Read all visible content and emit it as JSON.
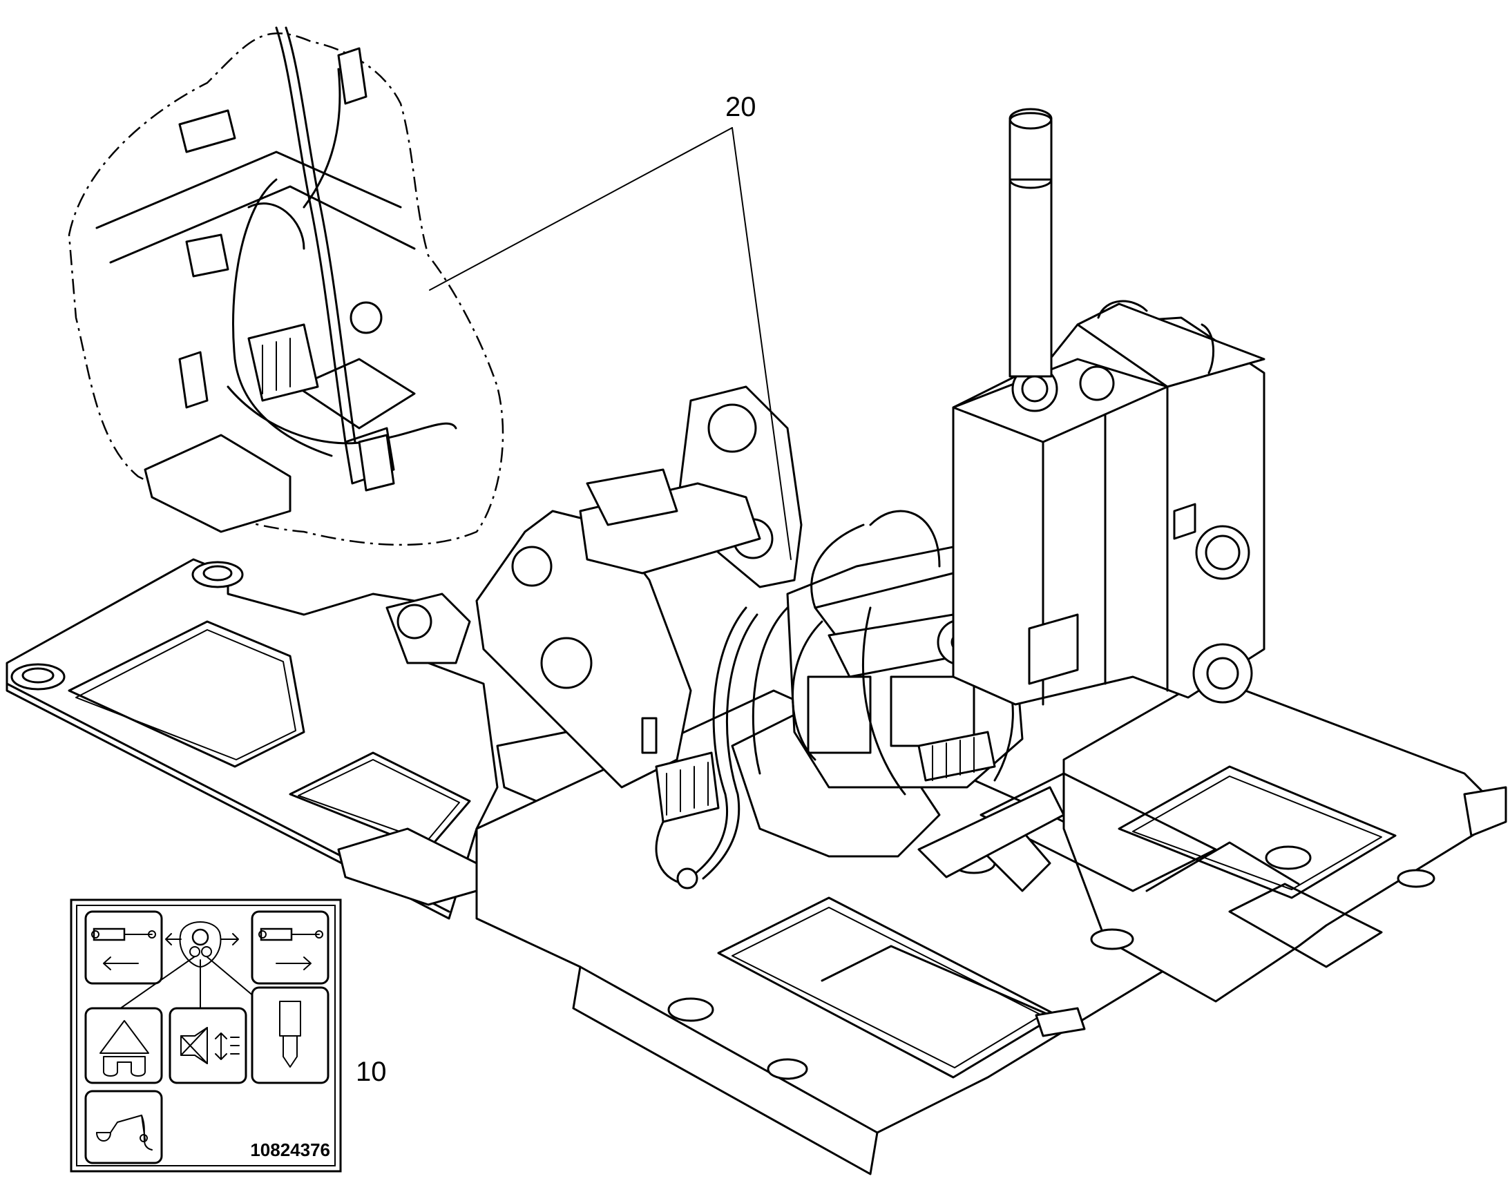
{
  "callouts": {
    "callout_20": "20",
    "callout_10": "10"
  },
  "decal": {
    "part_number": "10824376"
  }
}
